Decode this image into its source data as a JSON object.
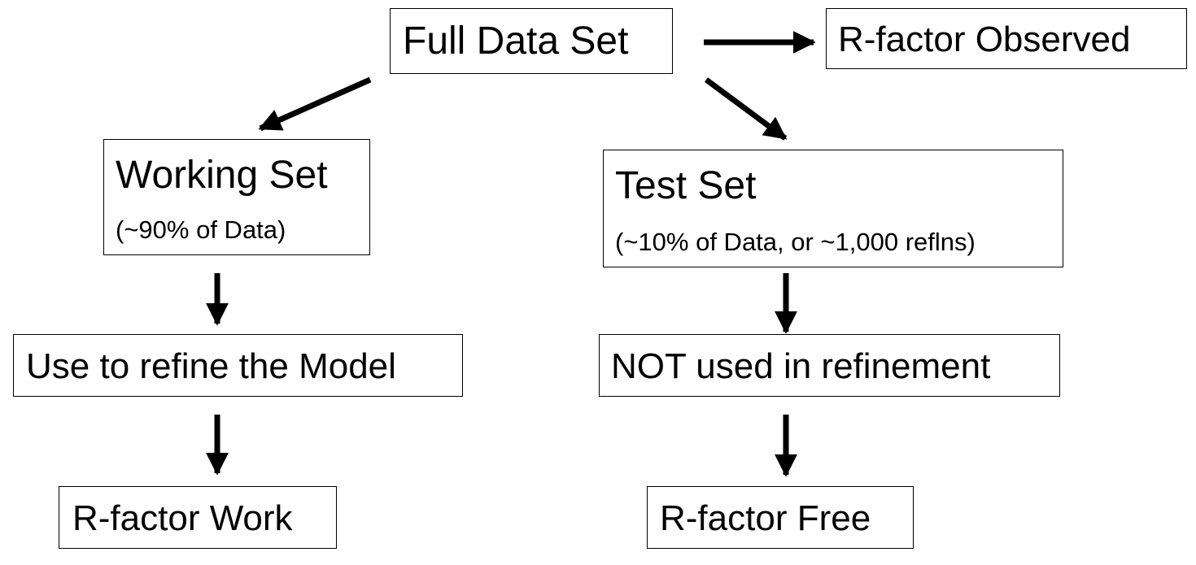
{
  "nodes": {
    "full_data_set": {
      "title": "Full Data Set"
    },
    "r_factor_observed": {
      "title": "R-factor Observed"
    },
    "working_set": {
      "title": "Working Set",
      "subtitle": "(~90% of Data)"
    },
    "test_set": {
      "title": "Test Set",
      "subtitle": "(~10% of Data, or ~1,000 reflns)"
    },
    "refine_model": {
      "title": "Use to refine the Model"
    },
    "not_used": {
      "title": "NOT used in refinement"
    },
    "r_factor_work": {
      "title": "R-factor Work"
    },
    "r_factor_free": {
      "title": "R-factor Free"
    }
  },
  "edges": [
    {
      "from": "full_data_set",
      "to": "r_factor_observed"
    },
    {
      "from": "full_data_set",
      "to": "working_set"
    },
    {
      "from": "full_data_set",
      "to": "test_set"
    },
    {
      "from": "working_set",
      "to": "refine_model"
    },
    {
      "from": "refine_model",
      "to": "r_factor_work"
    },
    {
      "from": "test_set",
      "to": "not_used"
    },
    {
      "from": "not_used",
      "to": "r_factor_free"
    }
  ],
  "colors": {
    "stroke": "#000000",
    "background": "#ffffff",
    "text": "#000000"
  }
}
